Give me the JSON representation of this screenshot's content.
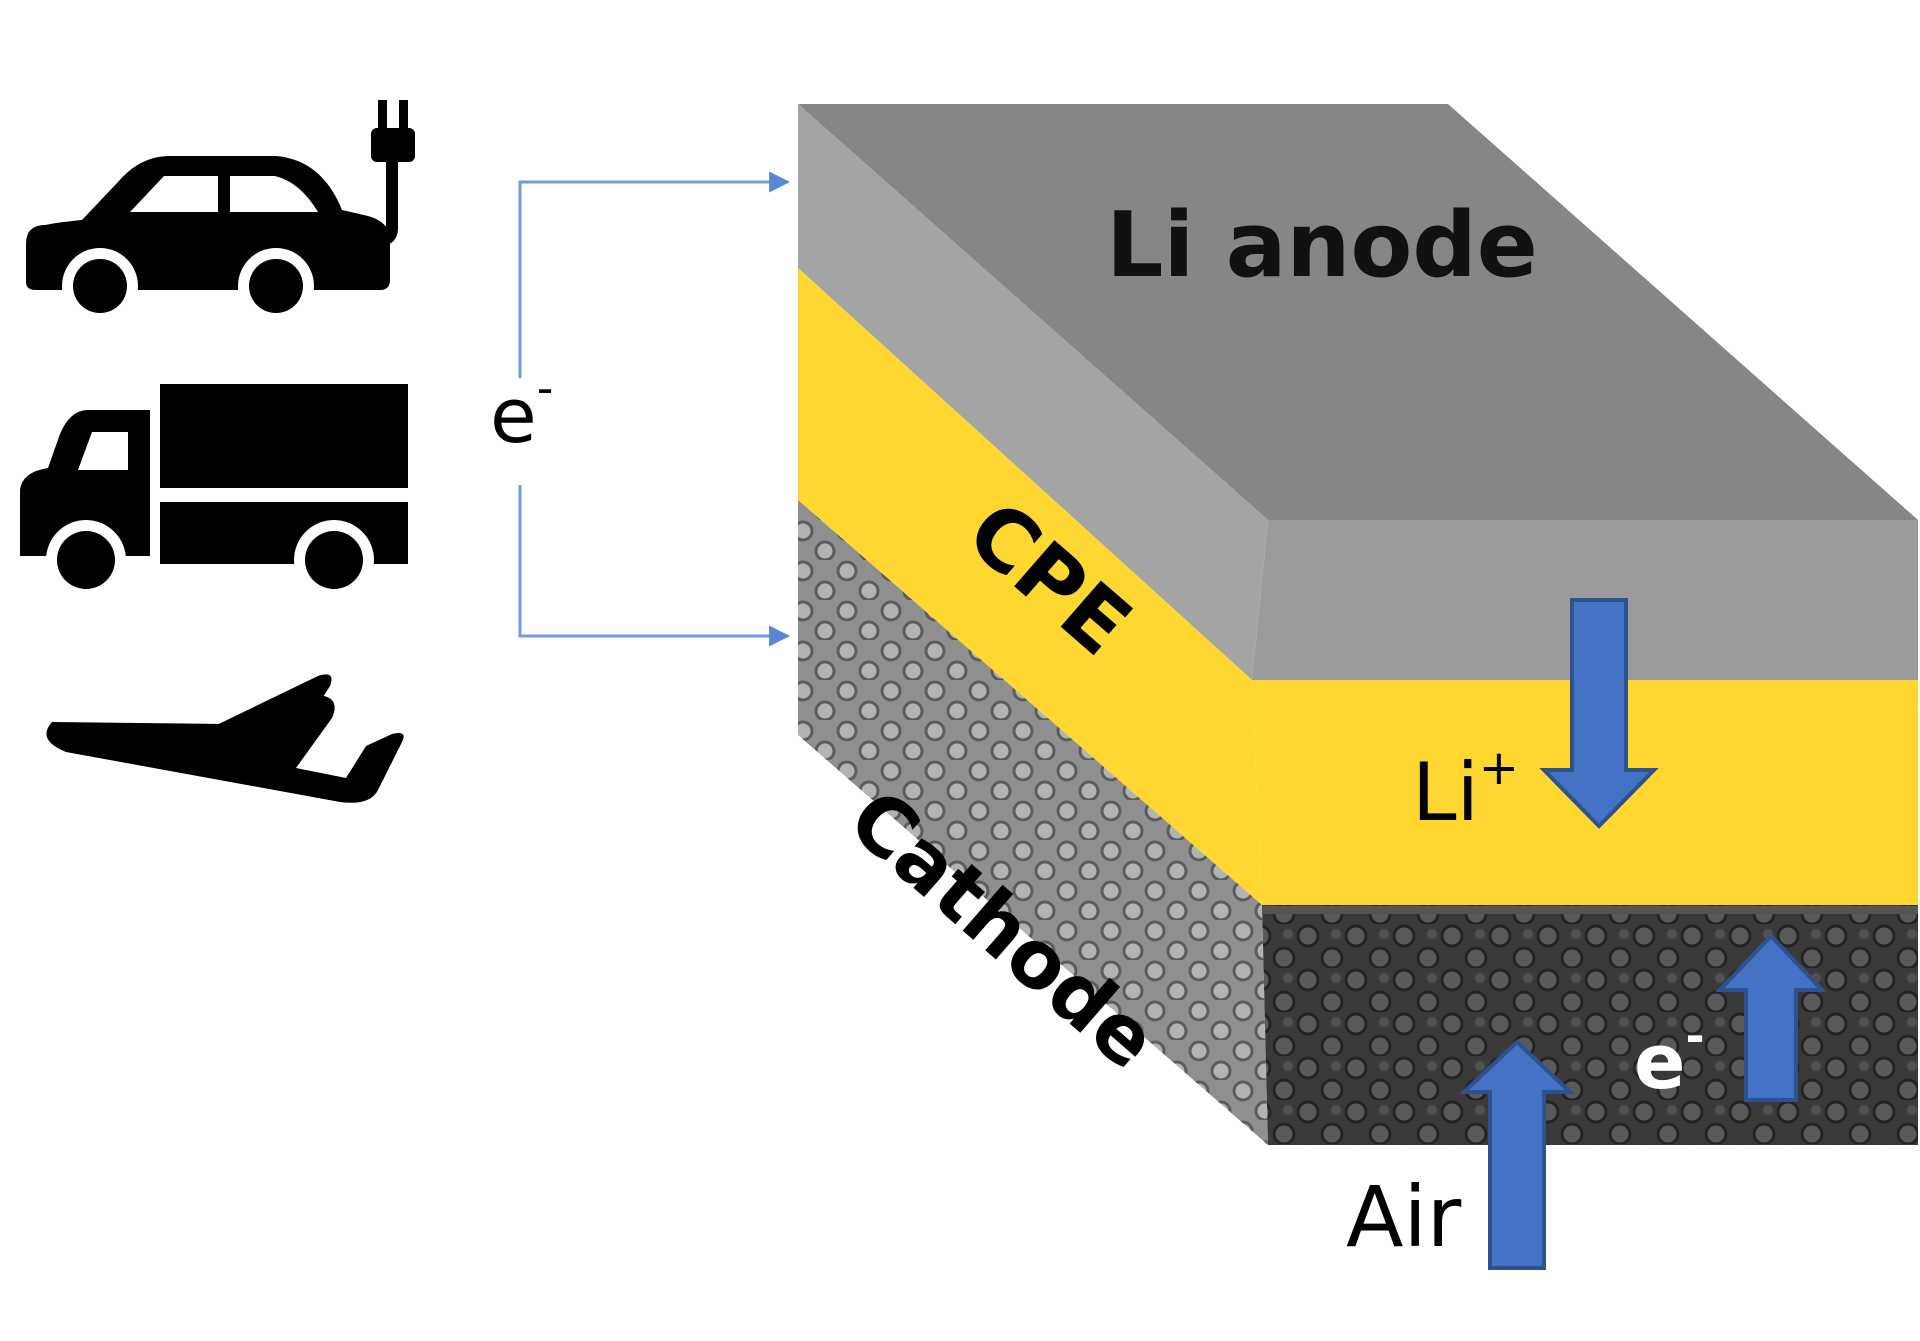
{
  "labels": {
    "anode": "Li anode",
    "electrolyte": "CPE",
    "cathode": "Cathode",
    "lithium_ion": "Li",
    "lithium_ion_sup": "+",
    "electron_circuit": "e",
    "electron_circuit_sup": "-",
    "electron_cathode": "e",
    "electron_cathode_sup": "-",
    "air": "Air"
  },
  "icons": [
    "electric-car-icon",
    "truck-icon",
    "airplane-icon"
  ],
  "colors": {
    "anode_top": "#868686",
    "anode_front": "#9b9b9b",
    "anode_side": "#a4a4a4",
    "electrolyte": "#fed831",
    "cathode_front": "#3a3a3a",
    "cathode_side": "#8f8f8f",
    "arrow": "#4472c4",
    "wire": "#6f9be0"
  }
}
